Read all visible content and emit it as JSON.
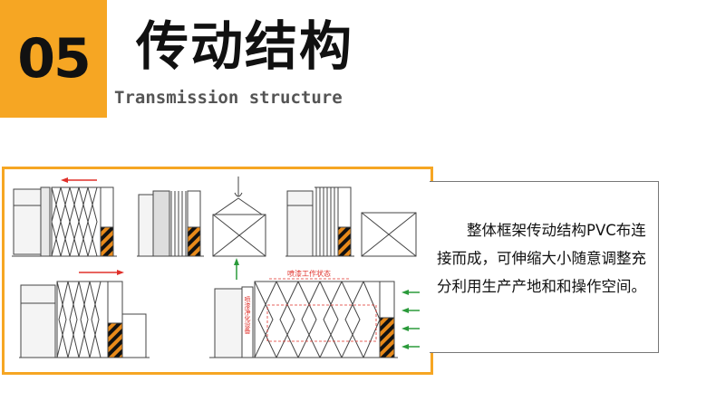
{
  "header": {
    "number": "05",
    "title_zh": "传动结构",
    "title_en": "Transmission structure"
  },
  "diagram": {
    "label_spray": "喷漆工作状态",
    "label_purify": "喷漆净化设备"
  },
  "description": {
    "text": "整体框架传动结构PVC布连接而成，可伸缩大小随意调整充分利用生产产地和和操作空间。"
  },
  "colors": {
    "accent": "#f6a623",
    "arrow_red": "#e0302a",
    "arrow_green": "#2a9a3a"
  }
}
